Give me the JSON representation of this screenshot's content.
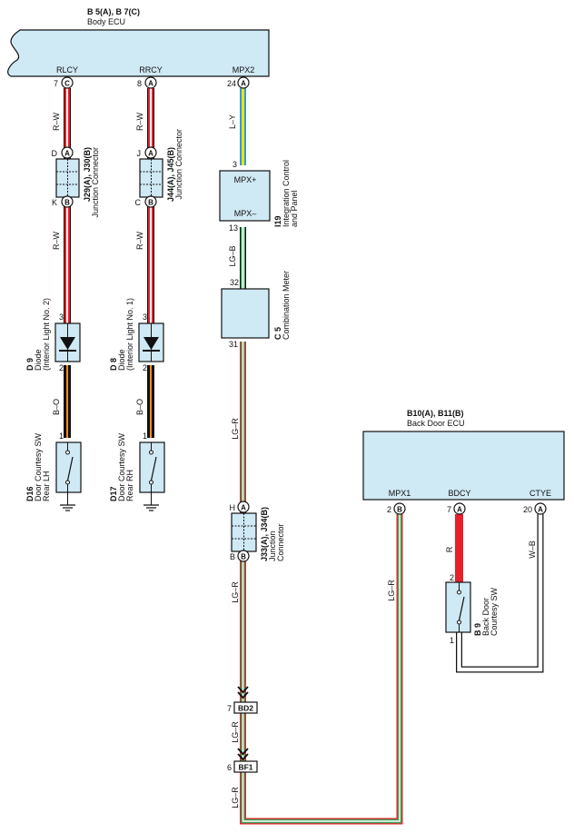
{
  "body_ecu": {
    "ref": "B 5(A), B 7(C)",
    "name": "Body ECU",
    "terminals": [
      {
        "label": "RLCY",
        "pin": "7",
        "conn": "C"
      },
      {
        "label": "RRCY",
        "pin": "8",
        "conn": "A"
      },
      {
        "label": "MPX2",
        "pin": "24",
        "conn": "A"
      }
    ]
  },
  "wires": {
    "rw": "R–W",
    "ly": "L–Y",
    "lgb": "LG–B",
    "lgr": "LG–R",
    "bo": "B–O",
    "r": "R",
    "wb": "W–B"
  },
  "j29": {
    "ref": "J29(A), J30(B)",
    "name": "Junction Connector",
    "top_pin": "D",
    "top_conn": "A",
    "bot_pin": "K",
    "bot_conn": "B"
  },
  "j44": {
    "ref": "J44(A), J45(B)",
    "name": "Junction Connector",
    "top_pin": "J",
    "top_conn": "A",
    "bot_pin": "C",
    "bot_conn": "B"
  },
  "i19": {
    "ref": "I19",
    "name_line1": "Integration Control",
    "name_line2": "and Panel",
    "mpx_plus": "MPX+",
    "mpx_minus": "MPX–",
    "pin_top": "3",
    "pin_bot": "13"
  },
  "c5": {
    "ref": "C 5",
    "name": "Combination Meter",
    "pin_top": "32",
    "pin_bot": "31"
  },
  "d9": {
    "ref": "D 9",
    "name": "Diode",
    "sub": "(Interior Light No. 2)",
    "pin_top": "3",
    "pin_bot": "2"
  },
  "d8": {
    "ref": "D 8",
    "name": "Diode",
    "sub": "(Interior Light No. 1)",
    "pin_top": "3",
    "pin_bot": "2"
  },
  "d16": {
    "ref": "D16",
    "name_line1": "Door Courtesy SW",
    "name_line2": "Rear LH",
    "pin": "1"
  },
  "d17": {
    "ref": "D17",
    "name_line1": "Door Courtesy SW",
    "name_line2": "Rear RH",
    "pin": "1"
  },
  "j33": {
    "ref": "J33(A), J34(B)",
    "name_line1": "Junction",
    "name_line2": "Connector",
    "top_pin": "H",
    "top_conn": "A",
    "bot_pin": "B",
    "bot_conn": "B"
  },
  "bd2": {
    "pin": "7",
    "name": "BD2"
  },
  "bf1": {
    "pin": "6",
    "name": "BF1"
  },
  "back_ecu": {
    "ref": "B10(A), B11(B)",
    "name": "Back Door ECU",
    "terminals": [
      {
        "label": "MPX1",
        "pin": "2",
        "conn": "B"
      },
      {
        "label": "BDCY",
        "pin": "7",
        "conn": "A"
      },
      {
        "label": "CTYE",
        "pin": "20",
        "conn": "A"
      }
    ]
  },
  "b9": {
    "ref": "B 9",
    "name_line1": "Back Door",
    "name_line2": "Courtesy SW",
    "pin_top": "2",
    "pin_bot": "1"
  },
  "colors": {
    "box_fill": "#cfe9f5",
    "red": "#e8202a",
    "white_wire": "#ffffff",
    "blue": "#2e9be0",
    "yellow": "#f2e000",
    "green": "#3aa35a",
    "black": "#111111",
    "orange": "#ef8a1c"
  }
}
